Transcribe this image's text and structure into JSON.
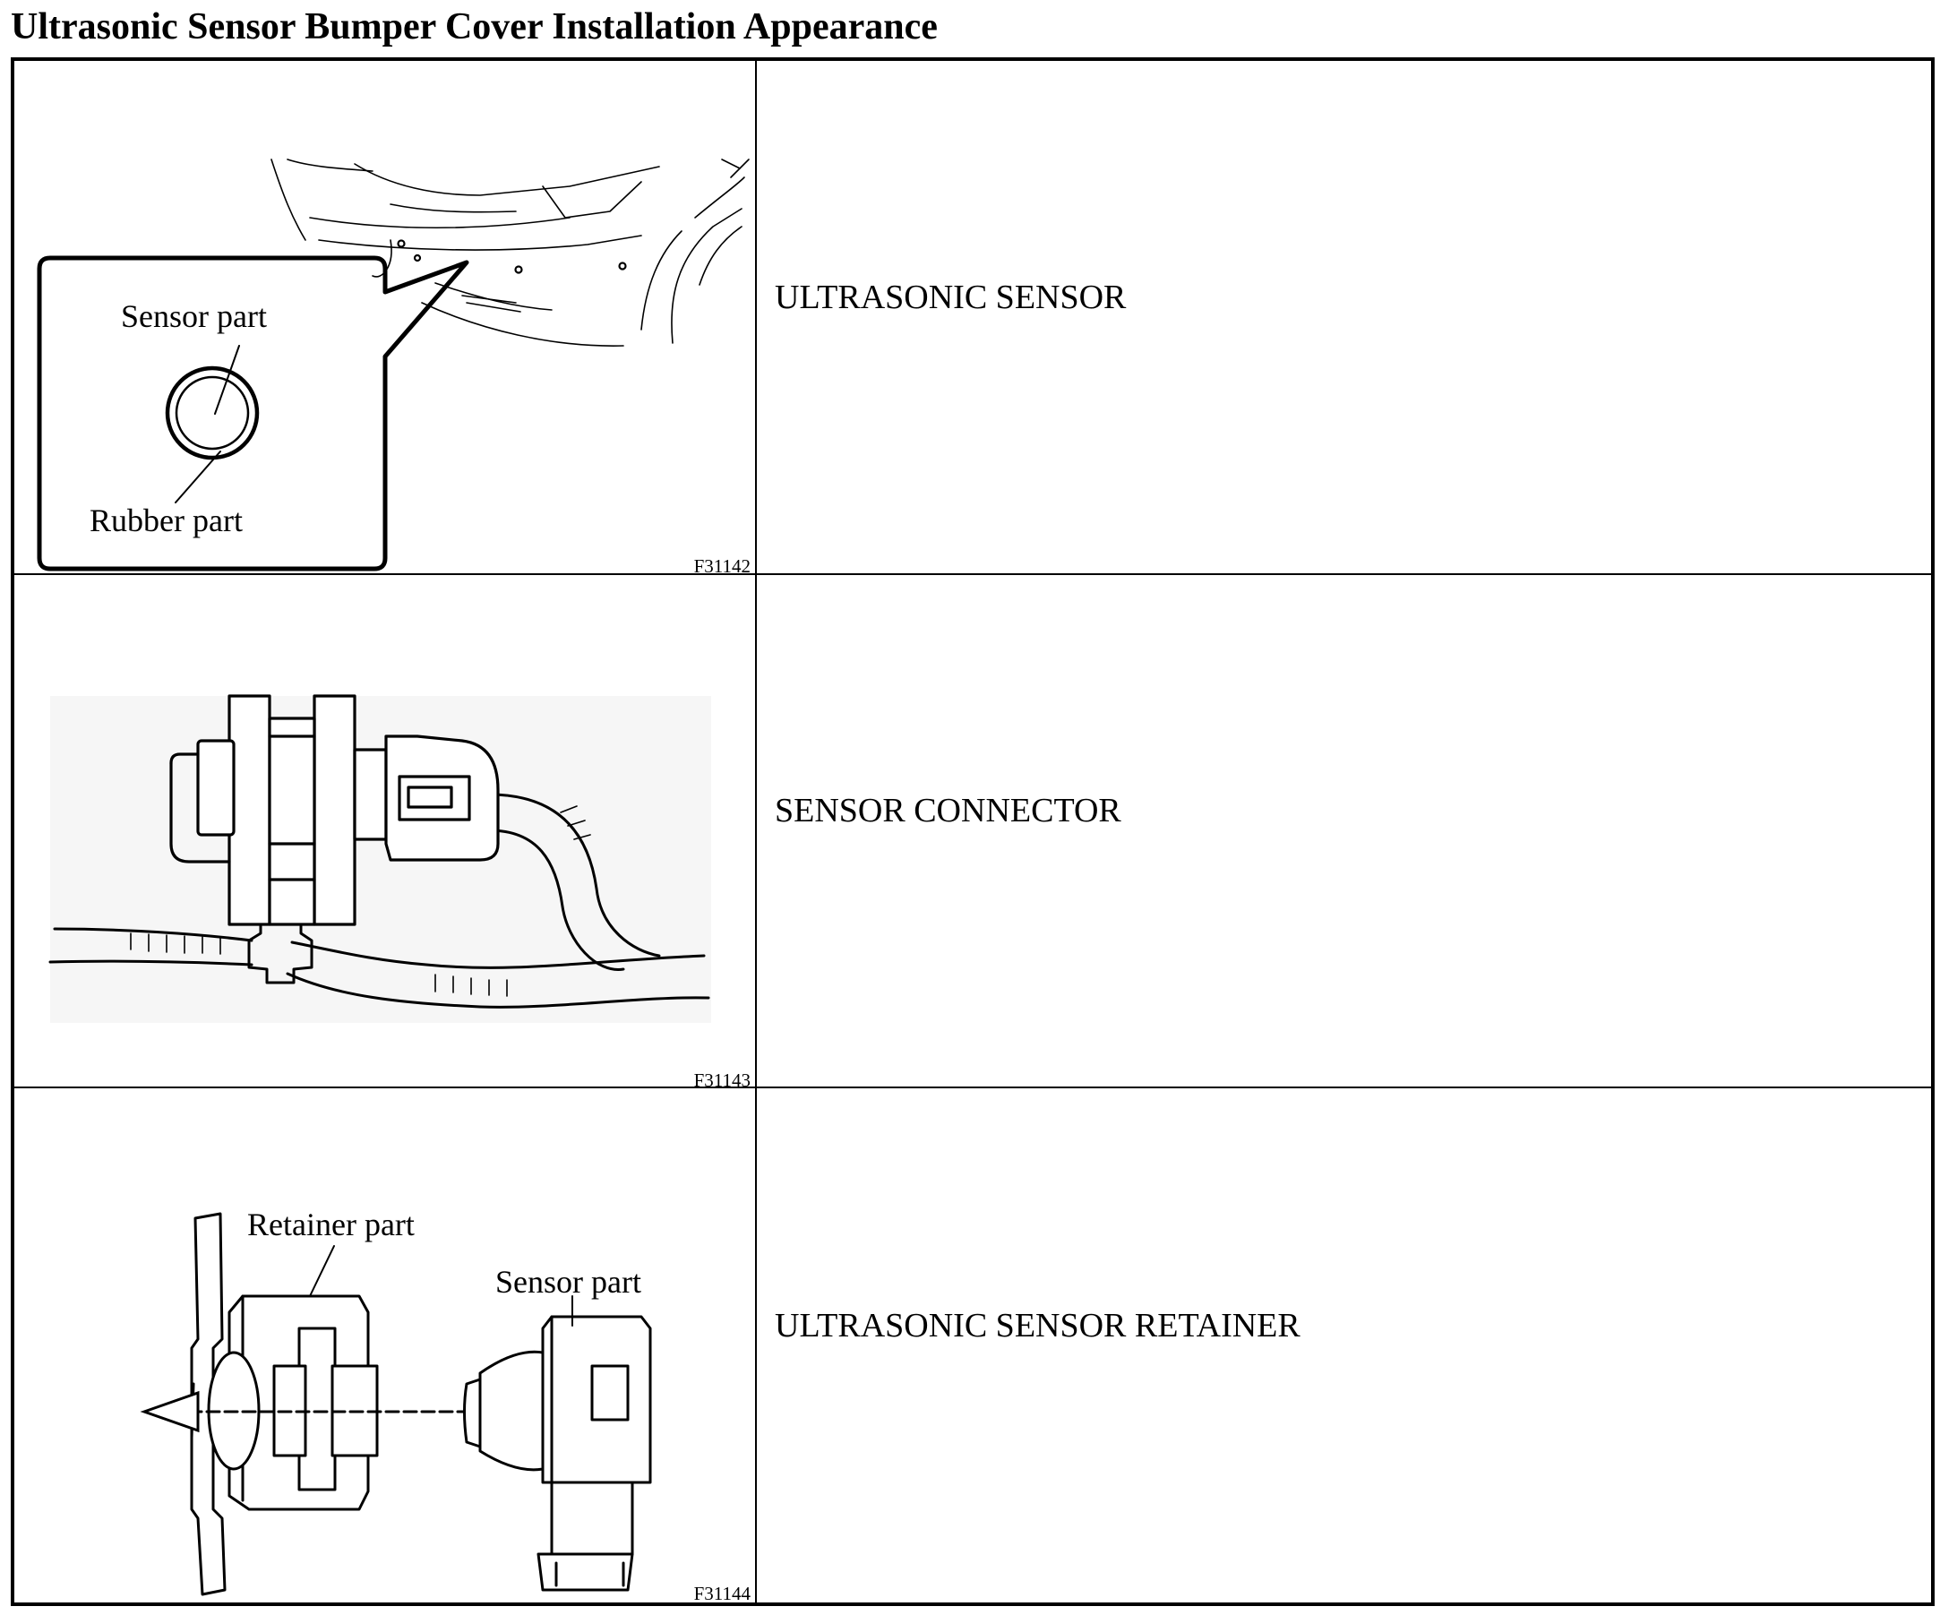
{
  "title": "Ultrasonic Sensor Bumper Cover Installation Appearance",
  "rows": [
    {
      "figure_id": "F31142",
      "callouts": [
        "Sensor part",
        "Rubber part"
      ],
      "description": "ULTRASONIC SENSOR"
    },
    {
      "figure_id": "F31143",
      "callouts": [],
      "description": "SENSOR CONNECTOR"
    },
    {
      "figure_id": "F31144",
      "callouts": [
        "Retainer part",
        "Sensor part"
      ],
      "description": "ULTRASONIC SENSOR RETAINER"
    }
  ]
}
